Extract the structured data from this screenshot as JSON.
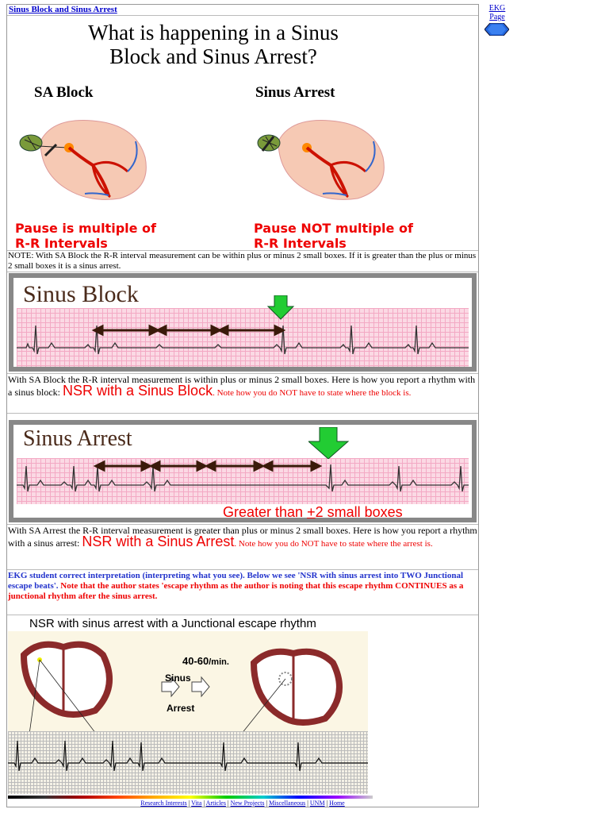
{
  "page_title_link": "Sinus Block and Sinus Arrest",
  "slide": {
    "title_line1": "What is happening in a Sinus",
    "title_line2": "Block and Sinus Arrest?",
    "sa_block_label": "SA Block",
    "sinus_arrest_label": "Sinus Arrest",
    "sa_block_caption1": "Pause is multiple of",
    "sa_block_caption2": "R-R Intervals",
    "sinus_arrest_caption1": "Pause NOT multiple of",
    "sinus_arrest_caption2": "R-R Intervals"
  },
  "note": "NOTE: With SA Block the R-R interval measurement can be within plus or minus 2 small boxes. If it is greater than the plus or minus 2 small boxes it is a sinus arrest.",
  "sinus_block_panel": {
    "title": "Sinus Block"
  },
  "sinus_block_text": {
    "intro": "With SA Block the R-R interval measurement is within plus or minus 2 small boxes. Here is how you report a rhythm with a sinus block: ",
    "big": "NSR with a Sinus Block",
    "small": ". Note how you do NOT have to state where the block is."
  },
  "sinus_arrest_panel": {
    "title": "Sinus Arrest",
    "caption_pre": "Greater than ",
    "caption_pm": "+",
    "caption_post": "2 small boxes"
  },
  "sinus_arrest_text": {
    "intro": "With SA Arrest the R-R interval measurement is greater than plus or minus 2 small boxes. Here is how you report a rhythm with a sinus arrest: ",
    "big": "NSR with a Sinus Arrest",
    "small": ". Note how you do NOT have to state where the arrest is."
  },
  "student_note": {
    "blue": "EKG student correct interpretation (interpreting what you see). Below we see 'NSR with sinus arrest into TWO Junctional escape beats'.",
    "red": " Note that the author states 'escape rhythm as the author is noting that this escape rhythm CONTINUES as a junctional rhythm after the sinus arrest."
  },
  "junctional_figure": {
    "title": "NSR with sinus arrest with a Junctional escape rhythm",
    "rate": "40-60",
    "rate_unit": "/min.",
    "sinus_label": "Sinus",
    "arrest_label": "Arrest"
  },
  "footer_links": [
    "Research Interests",
    "Vita",
    "Articles",
    "New Projects",
    "Miscellaneous",
    "UNM",
    "Home"
  ],
  "side": {
    "link_line1": "EKG",
    "link_line2": "Page"
  }
}
